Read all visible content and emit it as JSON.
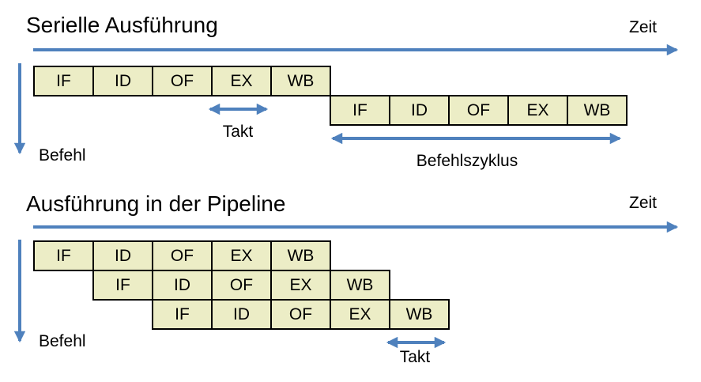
{
  "palette": {
    "accent_blue": "#4f81bd",
    "box_fill": "#ecedc6",
    "box_border": "#000000",
    "text": "#000000",
    "background": "#ffffff"
  },
  "serial": {
    "title": "Serielle Ausführung",
    "zeit_label": "Zeit",
    "befehl_label": "Befehl",
    "takt_label": "Takt",
    "befehlszyklus_label": "Befehlszyklus",
    "rows": [
      {
        "stages": [
          "IF",
          "ID",
          "OF",
          "EX",
          "WB"
        ]
      },
      {
        "stages": [
          "IF",
          "ID",
          "OF",
          "EX",
          "WB"
        ]
      }
    ]
  },
  "pipeline": {
    "title": "Ausführung in der Pipeline",
    "zeit_label": "Zeit",
    "befehl_label": "Befehl",
    "takt_label": "Takt",
    "rows": [
      {
        "stages": [
          "IF",
          "ID",
          "OF",
          "EX",
          "WB"
        ]
      },
      {
        "stages": [
          "IF",
          "ID",
          "OF",
          "EX",
          "WB"
        ]
      },
      {
        "stages": [
          "IF",
          "ID",
          "OF",
          "EX",
          "WB"
        ]
      }
    ]
  }
}
